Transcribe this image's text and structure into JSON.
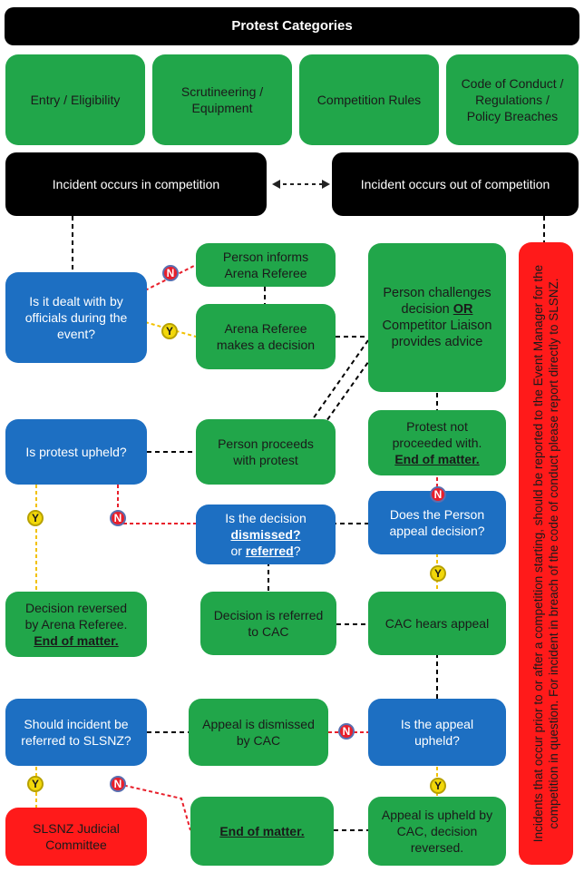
{
  "title": "Protest Categories",
  "categories": [
    "Entry / Eligibility",
    "Scrutineering /\nEquipment",
    "Competition Rules",
    "Code of Conduct /\nRegulations /\nPolicy Breaches"
  ],
  "incident_in": "Incident occurs in competition",
  "incident_out": "Incident occurs out of competition",
  "arrow_symbol": "◄- - -►",
  "q_dealt": "Is it dealt with by\nofficials during the\nevent?",
  "person_informs": "Person informs\nArena Referee",
  "referee_decision": "Arena Referee\nmakes a decision",
  "challenge": {
    "line1": "Person challenges\ndecision ",
    "or": "OR",
    "line2": "\nCompetitor Liaison\nprovides advice"
  },
  "q_upheld": "Is protest upheld?",
  "proceeds": "Person proceeds\nwith protest",
  "not_proceeded": {
    "text": "Protest not\nproceeded with.\n",
    "end": "End of matter."
  },
  "q_dismissed": {
    "line1": "Is the decision\n",
    "dismissed": "dismissed?",
    "or": "\nor ",
    "referred": "referred",
    "q": "?"
  },
  "q_appeal": "Does the Person\nappeal decision?",
  "reversed": {
    "text": "Decision reversed\nby Arena Referee.\n",
    "end": "End of matter."
  },
  "referred_cac": "Decision is referred\nto CAC",
  "cac_hears": "CAC hears appeal",
  "q_slsnz": "Should incident be\nreferred to SLSNZ?",
  "dismissed_cac": "Appeal is dismissed\nby CAC",
  "q_appeal_upheld": "Is the appeal\nupheld?",
  "judicial": "SLSNZ Judicial\nCommittee",
  "end_matter": "End of matter.",
  "appeal_upheld": "Appeal is upheld by\nCAC, decision\nreversed.",
  "side_note": "Incidents that occur prior to or after a competition starting, should be reported to the Event Manager for the competition in question.  For incident in breach of the code of conduct please report directly to SLSNZ.",
  "badges": {
    "n": "N",
    "y": "Y"
  },
  "colors": {
    "green": "#21a64a",
    "blue": "#1d6fc2",
    "black": "#000000",
    "red": "#ff1a1a",
    "yes_line": "#f2c100",
    "no_line": "#e81f2b"
  }
}
